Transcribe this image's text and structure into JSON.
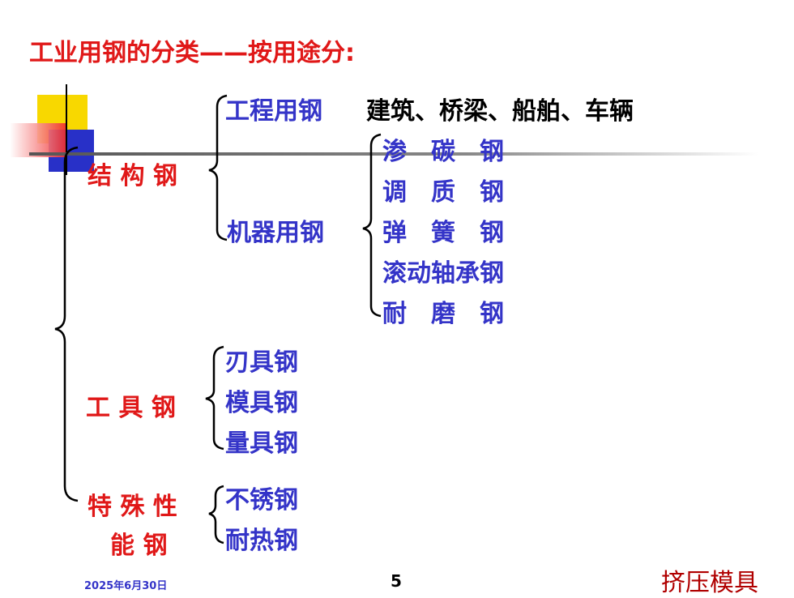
{
  "title": "工业用钢的分类——按用途分:",
  "categories": {
    "structural": "结 构 钢",
    "tool": "工 具 钢",
    "special_line1": "特 殊 性",
    "special_line2": "能 钢"
  },
  "structural": {
    "engineering": "工程用钢",
    "engineering_uses": "建筑、桥梁、船舶、车辆",
    "machine": "机器用钢",
    "machine_types": [
      "渗　碳　钢",
      "调　质　钢",
      "弹　簧　钢",
      "滚动轴承钢",
      "耐　磨　钢"
    ]
  },
  "tool_types": [
    "刃具钢",
    "模具钢",
    "量具钢"
  ],
  "special_types": [
    "不锈钢",
    "耐热钢"
  ],
  "footer": {
    "date": "2025年6月30日",
    "page": "5",
    "right": "挤压模具"
  },
  "colors": {
    "red": "#e01818",
    "blue": "#3434c8",
    "deco_yellow": "#f8d800",
    "deco_blue": "#2830c8",
    "deco_red": "#f02a2a"
  }
}
